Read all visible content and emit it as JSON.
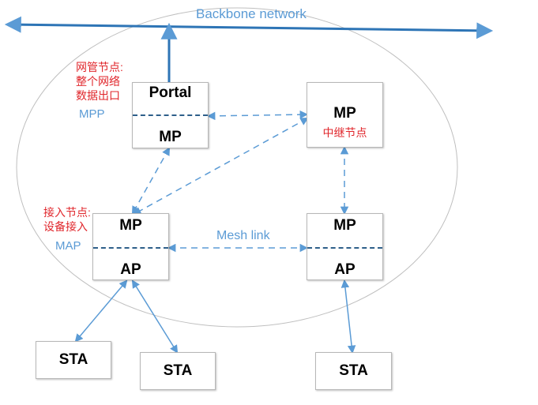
{
  "backbone_label": "Backbone network",
  "mesh_link_label": "Mesh link",
  "role_labels": {
    "mpp": "MPP",
    "map": "MAP"
  },
  "annotations": {
    "gateway_node": [
      "网管节点:",
      "整个网络",
      "数据出口"
    ],
    "relay_node": "中继节点",
    "access_node": [
      "接入节点:",
      "设备接入"
    ]
  },
  "nodes": {
    "portal": {
      "top": "Portal",
      "bottom": "MP"
    },
    "mp_relay": {
      "label": "MP"
    },
    "map_left": {
      "top": "MP",
      "bottom": "AP"
    },
    "map_right": {
      "top": "MP",
      "bottom": "AP"
    }
  },
  "stations": [
    "STA",
    "STA",
    "STA"
  ],
  "colors": {
    "link_blue": "#5b9bd5",
    "annotation_red": "#e0262b",
    "ellipse": "#bfbfbf",
    "box_border": "#b7b7b7"
  }
}
